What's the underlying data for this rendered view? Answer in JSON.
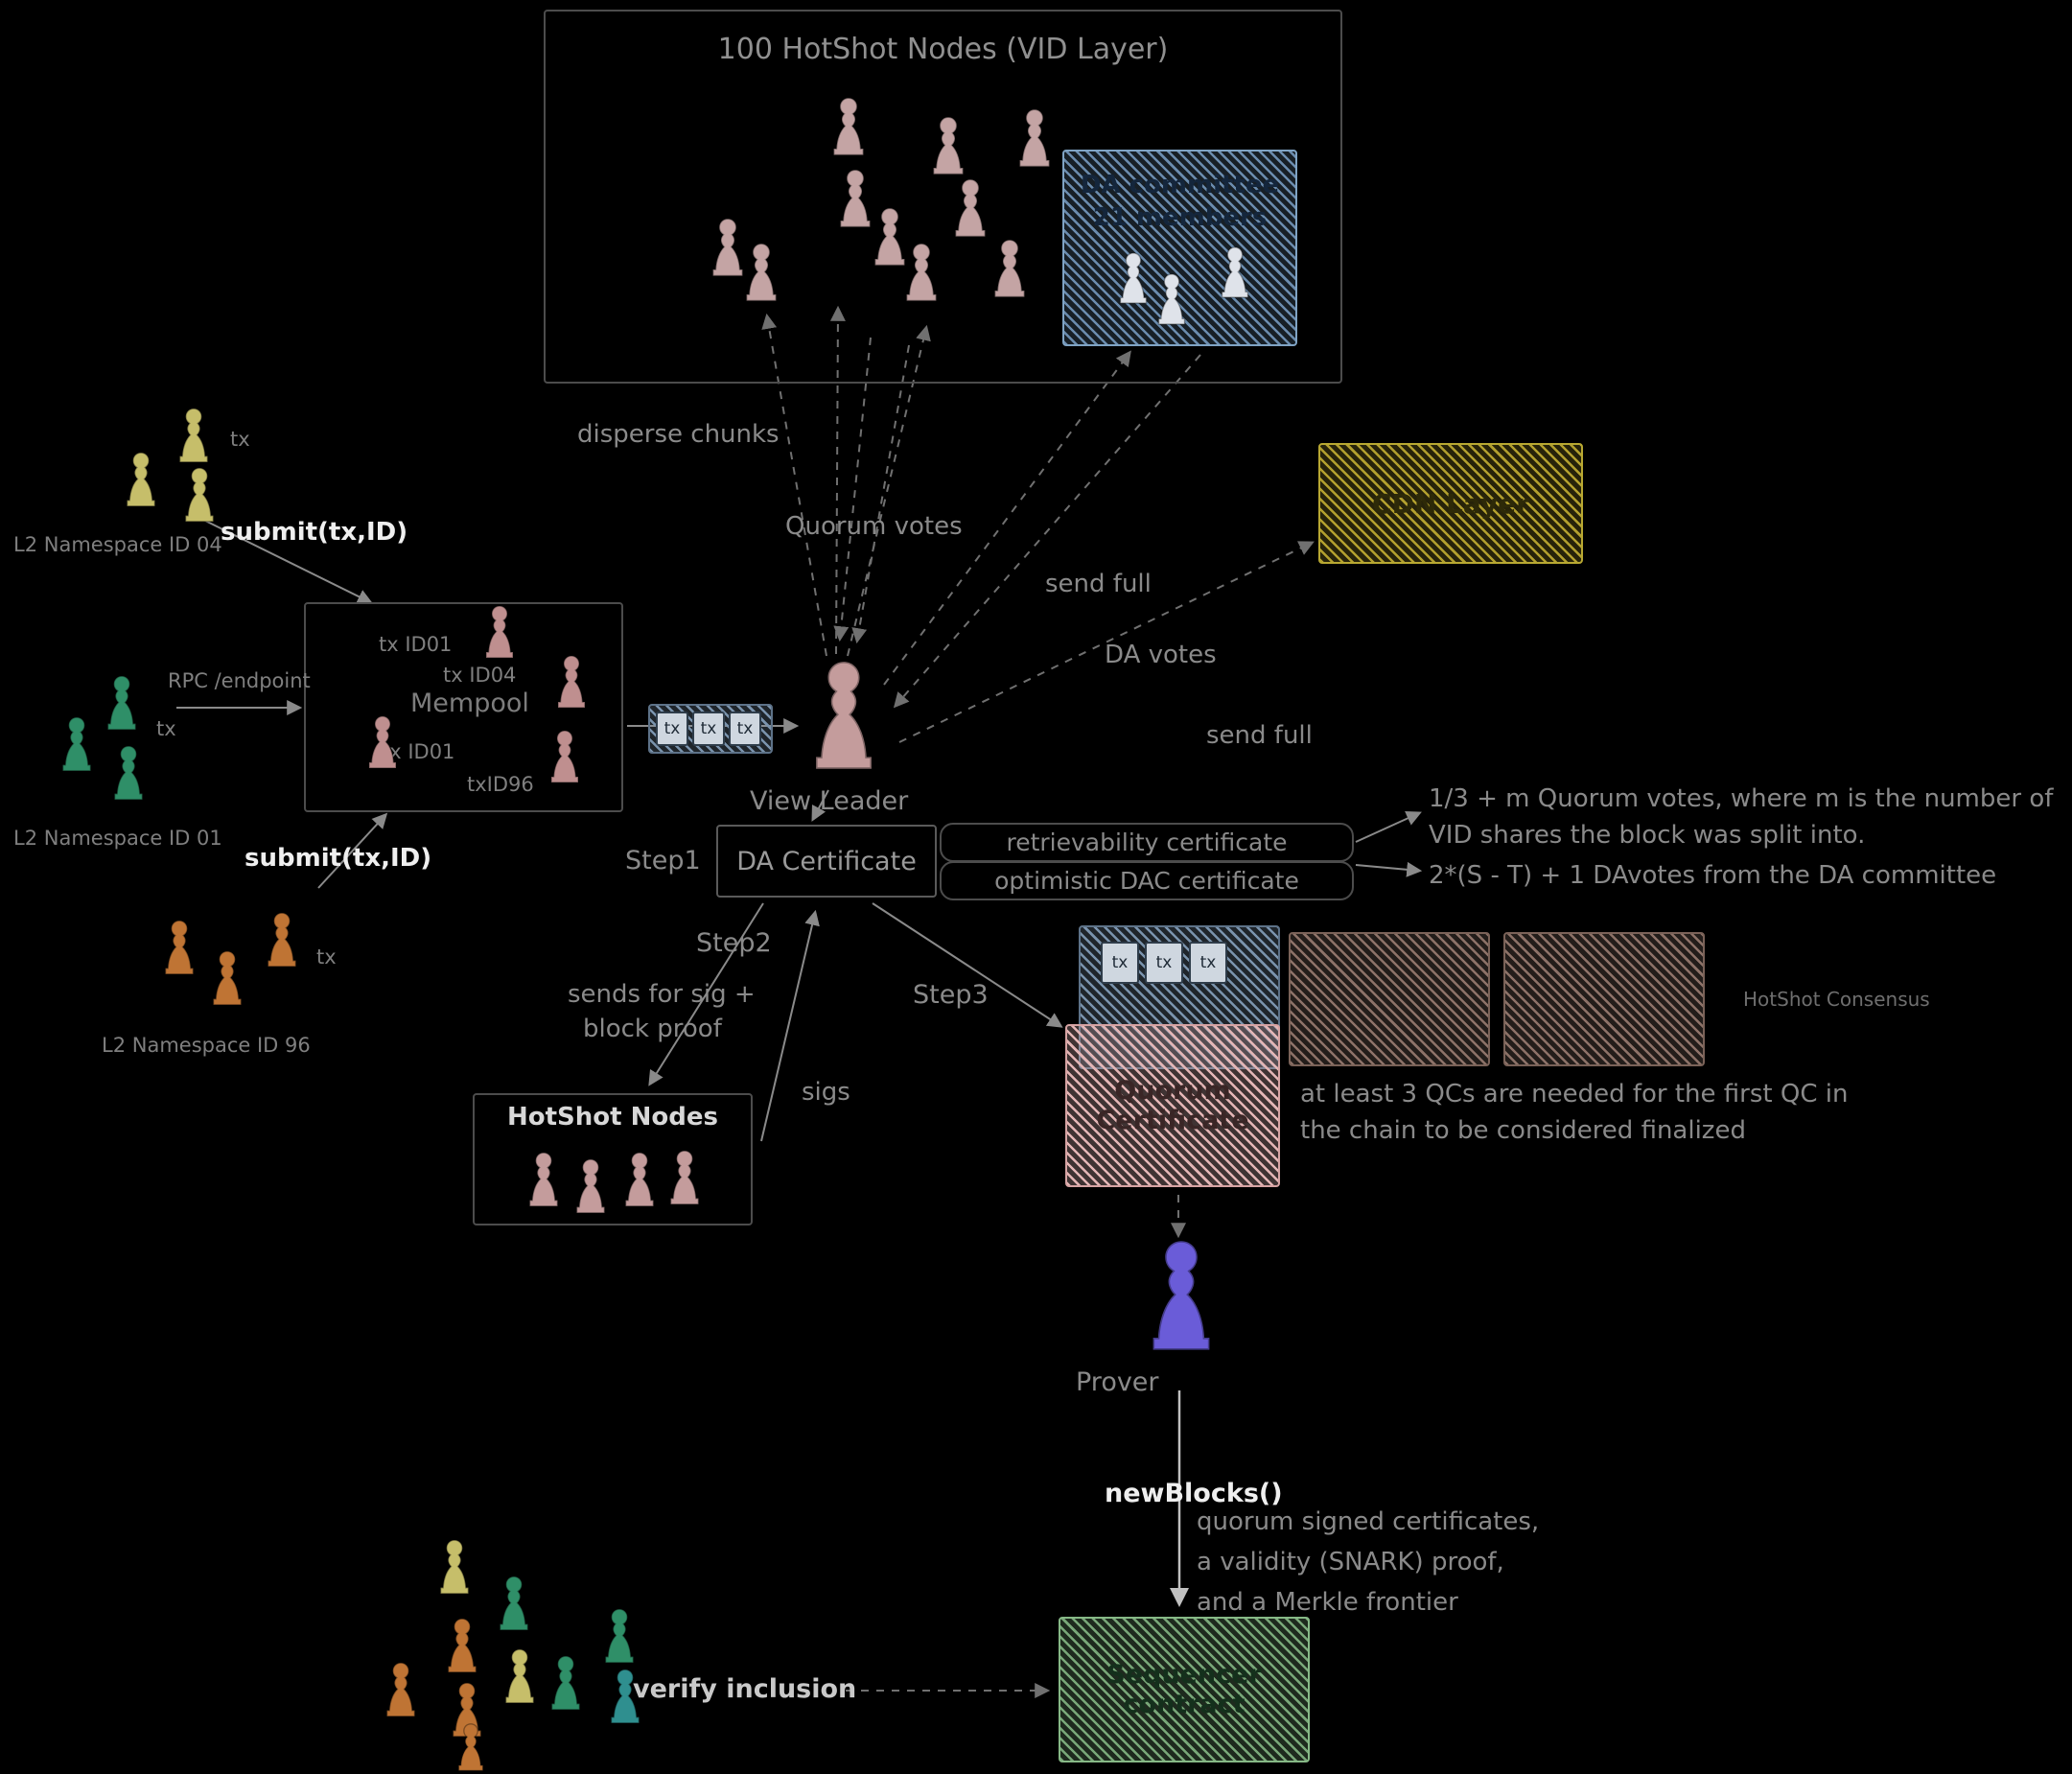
{
  "colors": {
    "background": "#000000",
    "da_committee_blue": "#6b8cae",
    "cdn_yellow": "#b3a02e",
    "quorum_cert_pink": "#e4b6b6",
    "sequencer_green": "#79a879",
    "prover_purple": "#6a5cd8",
    "namespace_yellow": "#c6be6a",
    "namespace_green": "#2f8f68",
    "namespace_orange": "#bf7434",
    "hotshot_node_rose": "#c4a0a0"
  },
  "vid": {
    "title": "100 HotShot Nodes (VID Layer)"
  },
  "da_committee": {
    "name": "DA committee",
    "members": "21 members"
  },
  "cdn": {
    "label": "CDN Layer"
  },
  "flows": {
    "disperse": "disperse chunks",
    "quorum_votes": "Quorum votes",
    "send_full_committee": "send full",
    "da_votes": "DA votes",
    "send_full_cdn": "send full"
  },
  "namespaces": {
    "ns04": {
      "label": "L2 Namespace ID 04",
      "tx": "tx"
    },
    "ns01": {
      "label": "L2 Namespace ID 01",
      "tx": "tx"
    },
    "ns96": {
      "label": "L2 Namespace ID 96",
      "tx": "tx"
    }
  },
  "submit": {
    "label1": "submit(tx,ID)",
    "label2": "submit(tx,ID)"
  },
  "rpc": {
    "label": "RPC /endpoint"
  },
  "mempool": {
    "title": "Mempool",
    "tx1": "tx ID01",
    "tx2": "tx ID04",
    "tx3": "tx ID01",
    "tx4": "txID96"
  },
  "leader": {
    "label": "View Leader"
  },
  "tx_cell": "tx",
  "steps": {
    "s1": "Step1",
    "s2": "Step2",
    "s3": "Step3"
  },
  "certificate": {
    "label": "DA Certificate",
    "retrievability": "retrievability certificate",
    "optimistic": "optimistic DAC certificate"
  },
  "notes": {
    "quorum1": "1/3 + m Quorum votes, where m is the number of",
    "quorum2": "VID shares the block was split into.",
    "davotes": "2*(S - T) + 1 DAvotes from the DA committee",
    "sig1": "sends for sig +",
    "sig2": "block proof",
    "sigs": "sigs",
    "qc1": "at least 3 QCs are needed for the first QC in",
    "qc2": "the chain to be considered finalized",
    "consensus": "HotShot Consensus"
  },
  "hotshot_nodes": {
    "title": "HotShot Nodes"
  },
  "qc": {
    "line1": "Quorum",
    "line2": "Certificate"
  },
  "prover": {
    "label": "Prover"
  },
  "newblocks": {
    "fn": "newBlocks()",
    "l1": "quorum signed certificates,",
    "l2": "a validity (SNARK) proof,",
    "l3": "and a Merkle frontier"
  },
  "sequencer": {
    "line1": "Sequencer",
    "line2": "contract"
  },
  "verify": {
    "label": "verify inclusion"
  }
}
